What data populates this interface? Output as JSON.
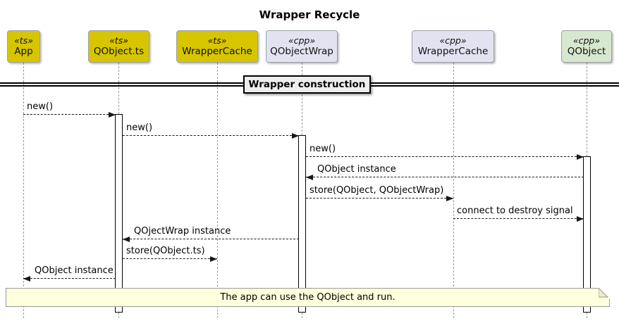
{
  "diagram": {
    "type": "uml-sequence",
    "title": "Wrapper Recycle",
    "divider_label": "Wrapper construction",
    "note_text": "The app can use the QObject and run."
  },
  "participants": [
    {
      "stereotype": "«ts»",
      "name": "App"
    },
    {
      "stereotype": "«ts»",
      "name": "QObject.ts"
    },
    {
      "stereotype": "«ts»",
      "name": "WrapperCache"
    },
    {
      "stereotype": "«cpp»",
      "name": "QObjectWrap"
    },
    {
      "stereotype": "«cpp»",
      "name": "WrapperCache"
    },
    {
      "stereotype": "«cpp»",
      "name": "QObject"
    }
  ],
  "messages": [
    {
      "label": "new()",
      "from": "App",
      "to": "QObject.ts",
      "direction": "right",
      "style": "dashed"
    },
    {
      "label": "new()",
      "from": "QObject.ts",
      "to": "QObjectWrap",
      "direction": "right",
      "style": "dashed"
    },
    {
      "label": "new()",
      "from": "QObjectWrap",
      "to": "QObject",
      "direction": "right",
      "style": "dashed"
    },
    {
      "label": "QObject instance",
      "from": "QObject",
      "to": "QObjectWrap",
      "direction": "left",
      "style": "dashed"
    },
    {
      "label": "store(QObject, QObjectWrap)",
      "from": "QObjectWrap",
      "to": "WrapperCache (cpp)",
      "direction": "right",
      "style": "dashed"
    },
    {
      "label": "connect to destroy signal",
      "from": "WrapperCache (cpp)",
      "to": "QObject",
      "direction": "right",
      "style": "dashed"
    },
    {
      "label": "QOjectWrap instance",
      "from": "QObjectWrap",
      "to": "QObject.ts",
      "direction": "left",
      "style": "dashed"
    },
    {
      "label": "store(QObject.ts)",
      "from": "QObject.ts",
      "to": "WrapperCache (ts)",
      "direction": "right",
      "style": "dashed"
    },
    {
      "label": "QObject instance",
      "from": "QObject.ts",
      "to": "App",
      "direction": "left",
      "style": "dashed"
    }
  ],
  "colors": {
    "ts-fill": "#D7C500",
    "cpp-fill": "#E2E2F0",
    "qobject-fill": "#D7E8D0",
    "note-fill": "#FEFFDD",
    "divider-fill": "#EEEEEE"
  }
}
